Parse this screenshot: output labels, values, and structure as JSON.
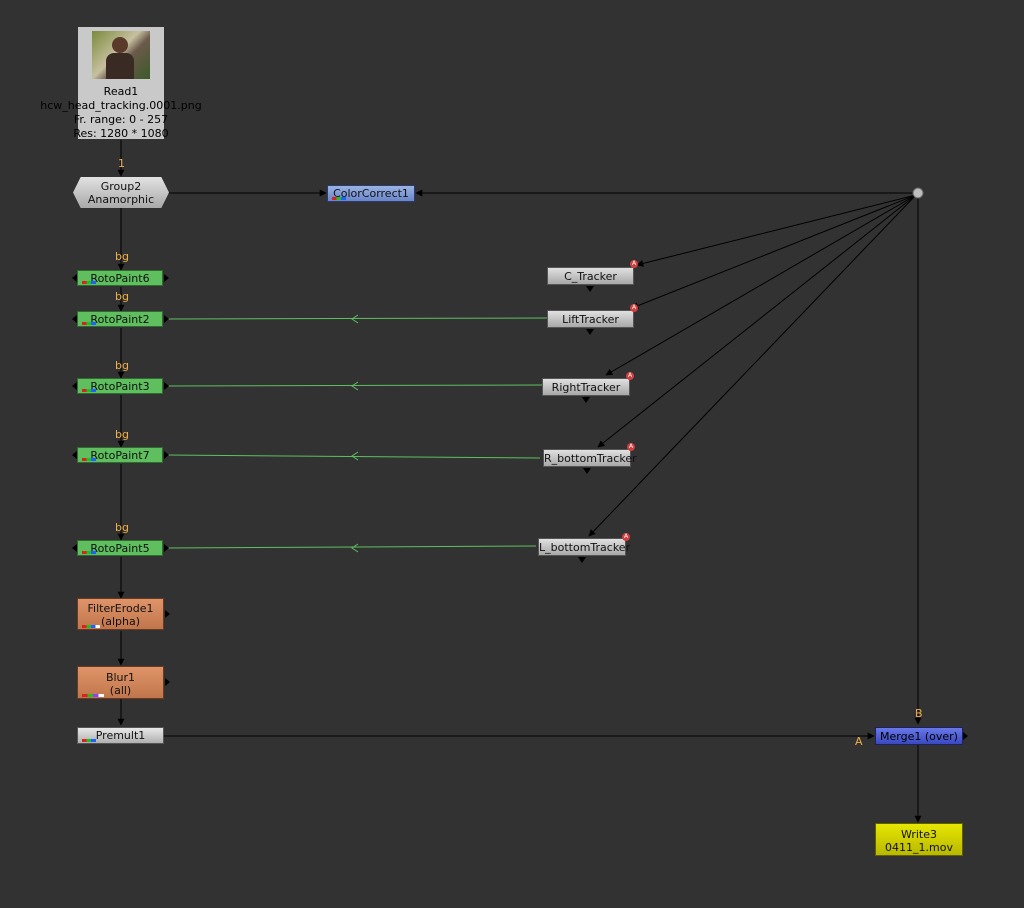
{
  "read_node": {
    "name": "Read1",
    "file": "hcw_head_tracking.0001.png",
    "range": "Fr. range: 0 - 257",
    "res": "Res: 1280 * 1080"
  },
  "group_node": {
    "name": "Group2",
    "sub": "Anamorphic"
  },
  "colorcorrect_node": {
    "name": "ColorCorrect1"
  },
  "roto_nodes": [
    "RotoPaint6",
    "RotoPaint2",
    "RotoPaint3",
    "RotoPaint7",
    "RotoPaint5"
  ],
  "trackers": [
    "C_Tracker",
    "LiftTracker",
    "RightTracker",
    "R_bottomTracker",
    "L_bottomTracker"
  ],
  "filter_node": {
    "name": "FilterErode1",
    "sub": "(alpha)"
  },
  "blur_node": {
    "name": "Blur1",
    "sub": "(all)"
  },
  "premult_node": {
    "name": "Premult1"
  },
  "merge_node": {
    "name": "Merge1 (over)"
  },
  "write_node": {
    "name": "Write3",
    "file": "0411_1.mov"
  },
  "pipe_labels": {
    "one": "1",
    "bg": "bg",
    "a": "A",
    "b": "B"
  },
  "colors": {
    "background": "#323232",
    "roto": "#5fbf5f",
    "colorcorrect": "#7a9ad8",
    "merge": "#4a5ad8",
    "write": "#d8d800",
    "orange": "#d0855a",
    "pipe_label": "#f0b048"
  }
}
